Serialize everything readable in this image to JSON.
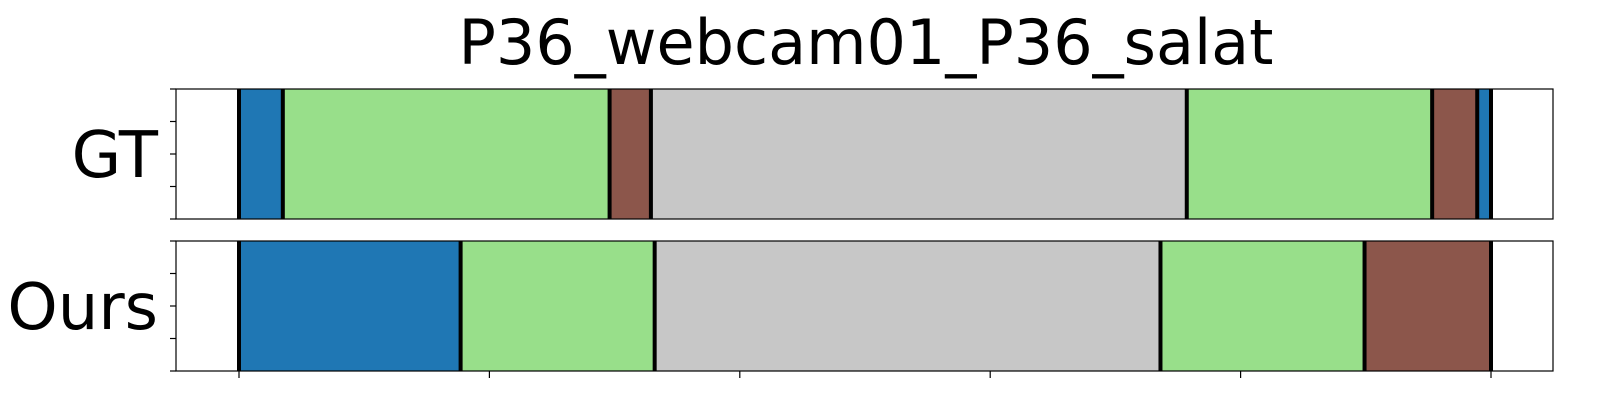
{
  "chart_data": {
    "type": "segmentation",
    "title": "P36_webcam01_P36_salat",
    "xlim": [
      0,
      1000
    ],
    "grid": false,
    "legend": "none",
    "class_colors": {
      "blue": "#1f77b4",
      "light_green": "#98df8a",
      "brown": "#8c564b",
      "gray": "#c7c7c7"
    },
    "rows": [
      {
        "label": "GT",
        "segments": [
          {
            "start": 0,
            "end": 35,
            "color": "#1f77b4"
          },
          {
            "start": 35,
            "end": 296,
            "color": "#98df8a"
          },
          {
            "start": 296,
            "end": 329,
            "color": "#8c564b"
          },
          {
            "start": 329,
            "end": 757,
            "color": "#c7c7c7"
          },
          {
            "start": 757,
            "end": 953,
            "color": "#98df8a"
          },
          {
            "start": 953,
            "end": 989,
            "color": "#8c564b"
          },
          {
            "start": 989,
            "end": 1000,
            "color": "#1f77b4"
          }
        ]
      },
      {
        "label": "Ours",
        "segments": [
          {
            "start": 0,
            "end": 177,
            "color": "#1f77b4"
          },
          {
            "start": 177,
            "end": 332,
            "color": "#98df8a"
          },
          {
            "start": 332,
            "end": 736,
            "color": "#c7c7c7"
          },
          {
            "start": 736,
            "end": 899,
            "color": "#98df8a"
          },
          {
            "start": 899,
            "end": 1000,
            "color": "#8c564b"
          }
        ]
      }
    ],
    "x_ticks": [
      0,
      200,
      400,
      600,
      800,
      1000
    ]
  }
}
